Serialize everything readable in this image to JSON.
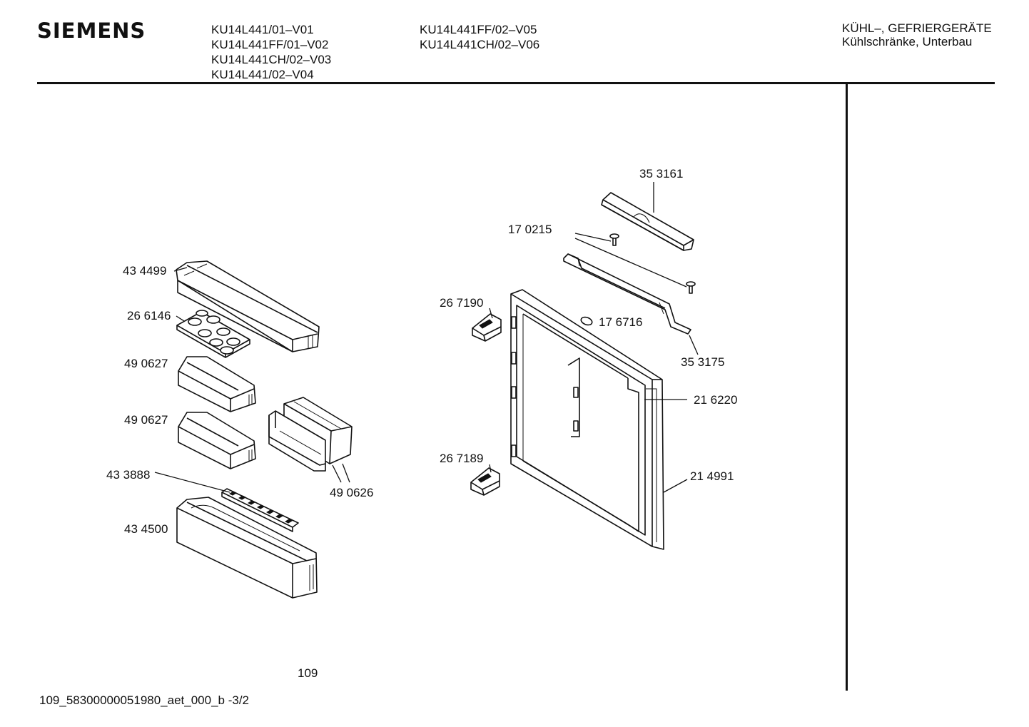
{
  "header": {
    "brand": "SIEMENS",
    "models_col1": [
      "KU14L441/01–V01",
      "KU14L441FF/01–V02",
      "KU14L441CH/02–V03",
      "KU14L441/02–V04"
    ],
    "models_col2": [
      "KU14L441FF/02–V05",
      "KU14L441CH/02–V06"
    ],
    "category_line1": "KÜHL–, GEFRIERGERÄTE",
    "category_line2": "Kühlschränke, Unterbau"
  },
  "parts": {
    "p_434499": "43 4499",
    "p_266146": "26 6146",
    "p_490627_a": "49 0627",
    "p_490627_b": "49 0627",
    "p_433888": "43 3888",
    "p_490626": "49 0626",
    "p_434500": "43 4500",
    "p_353161": "35 3161",
    "p_170215": "17 0215",
    "p_267190": "26 7190",
    "p_176716": "17 6716",
    "p_353175": "35 3175",
    "p_216220": "21 6220",
    "p_267189": "26 7189",
    "p_214991": "21 4991"
  },
  "footer": {
    "page_number": "109",
    "document_id": "109_58300000051980_aet_000_b -3/2"
  }
}
